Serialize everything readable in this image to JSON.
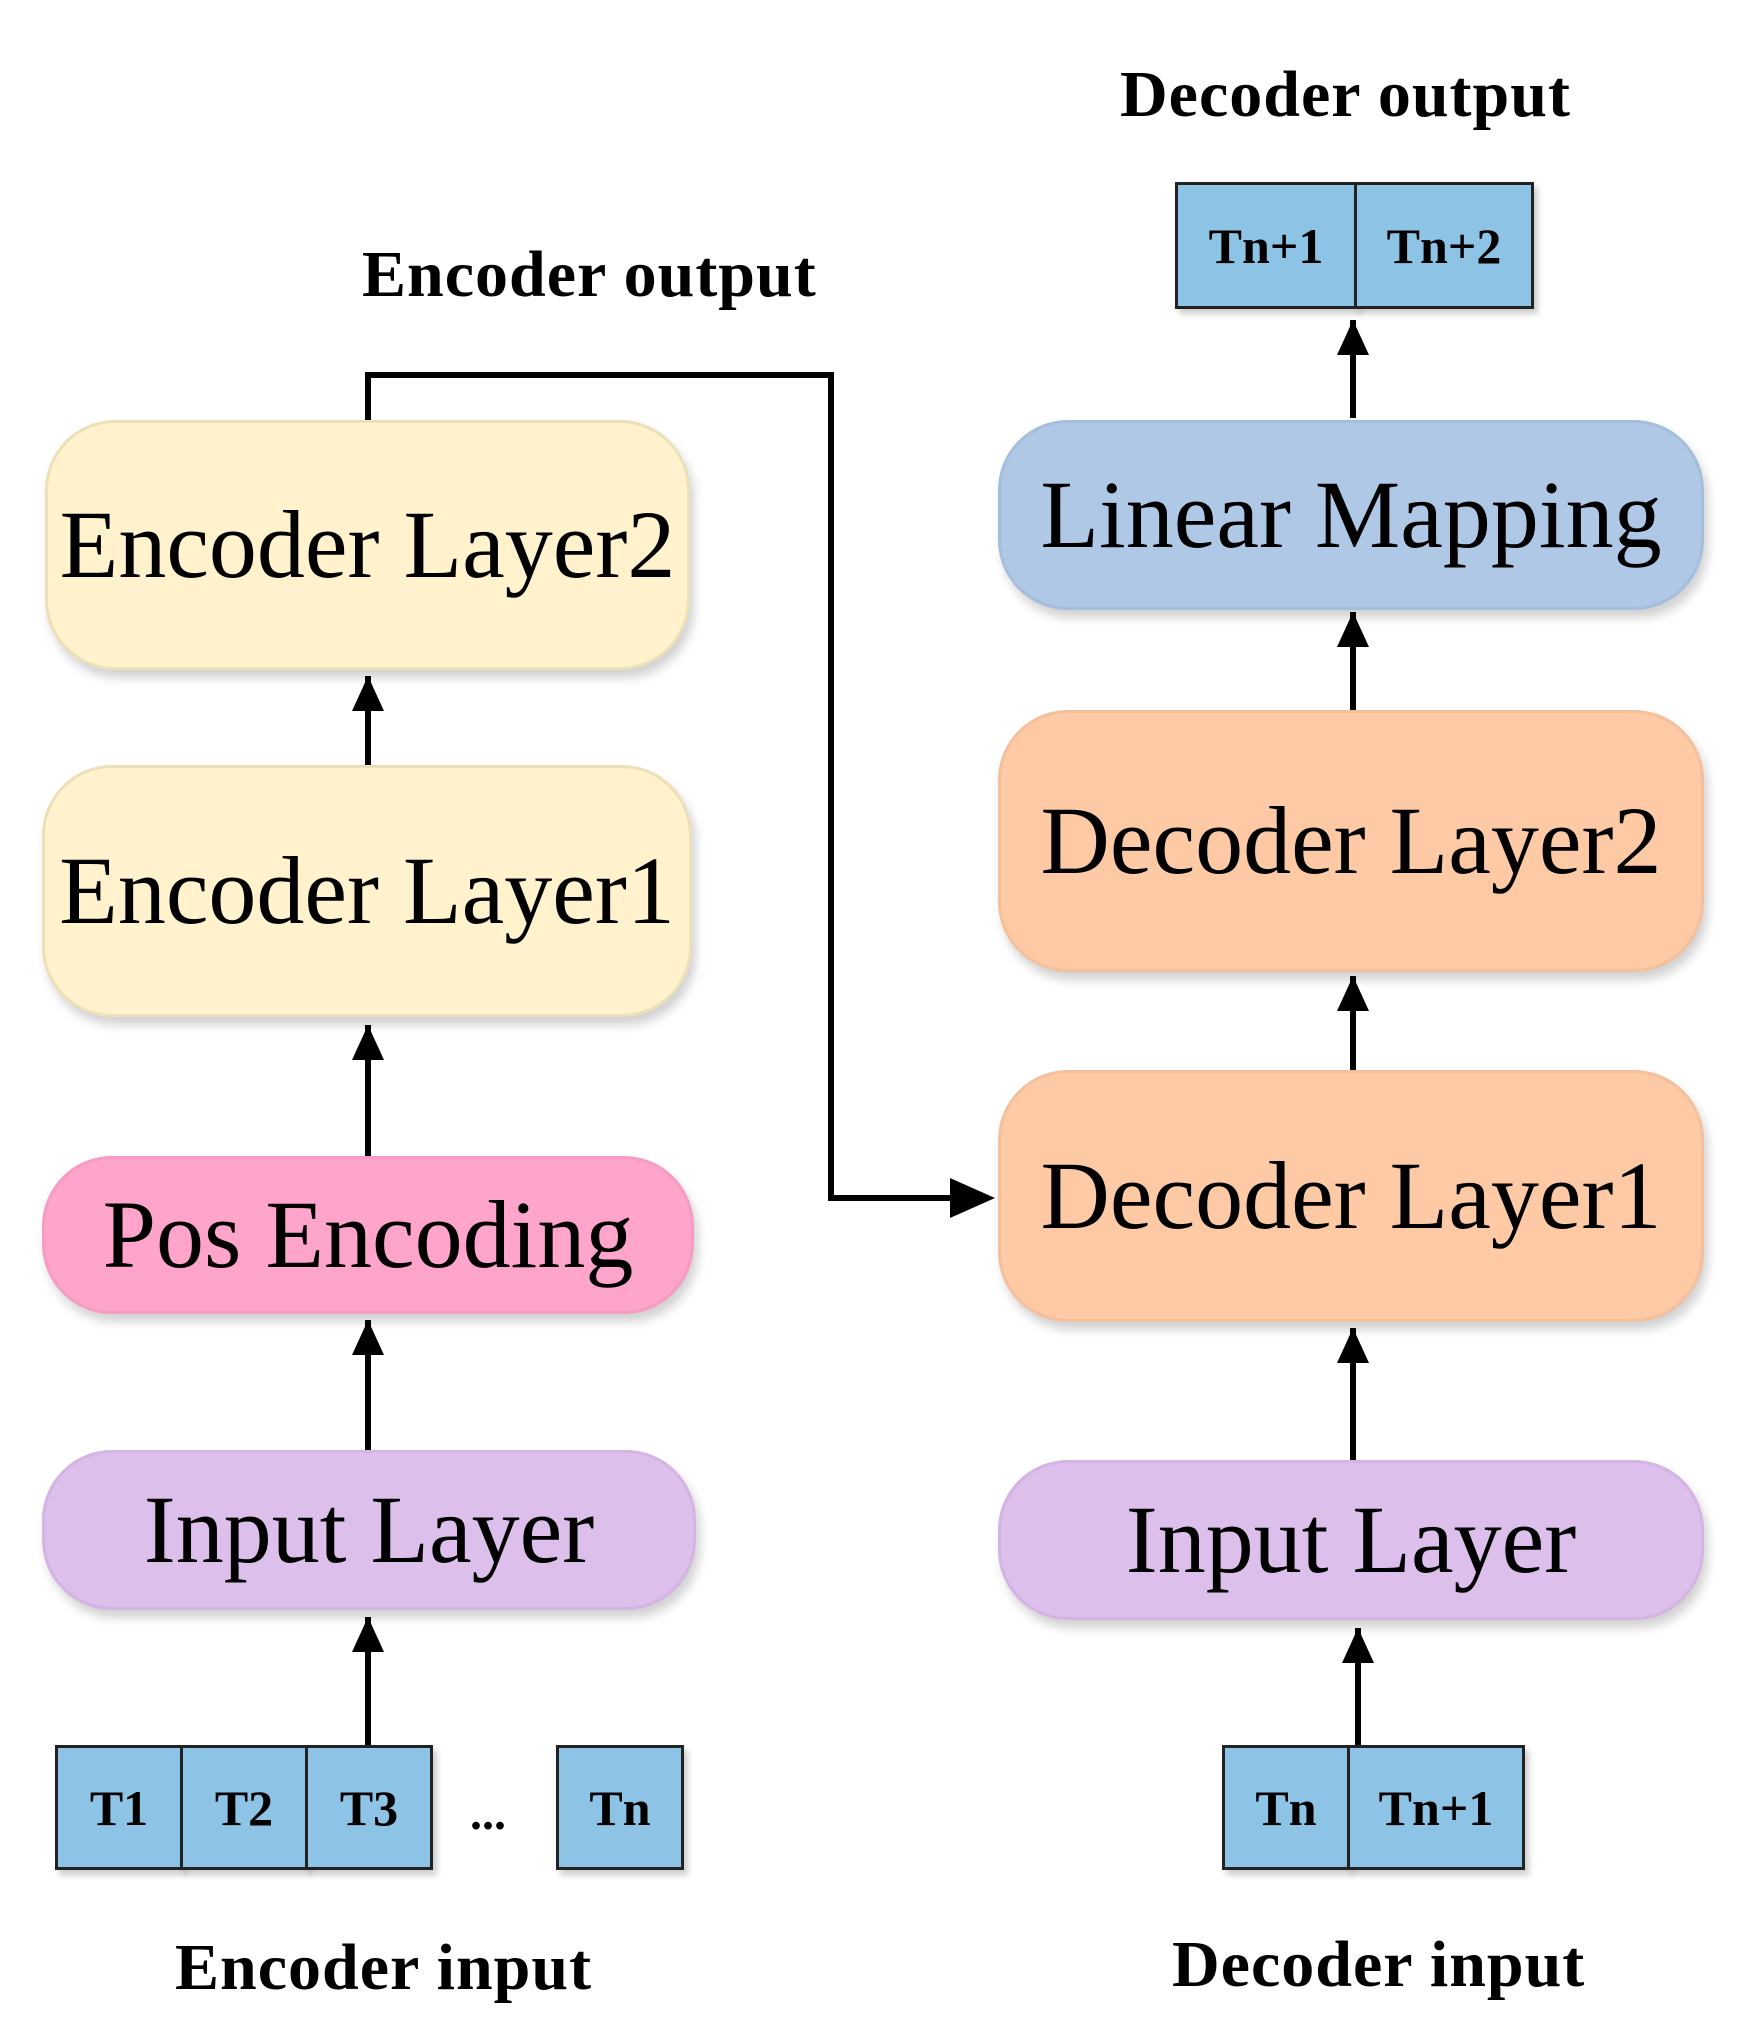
{
  "encoder": {
    "output_label": "Encoder output",
    "input_label": "Encoder input",
    "layer2": "Encoder Layer2",
    "layer1": "Encoder Layer1",
    "pos_encoding": "Pos Encoding",
    "input_layer": "Input Layer",
    "tokens": [
      "T1",
      "T2",
      "T3",
      "Tn"
    ],
    "ellipsis": "..."
  },
  "decoder": {
    "output_label": "Decoder output",
    "input_label": "Decoder input",
    "output_tokens": [
      "Tn+1",
      "Tn+2"
    ],
    "linear_mapping": "Linear Mapping",
    "layer2": "Decoder Layer2",
    "layer1": "Decoder Layer1",
    "input_layer": "Input Layer",
    "input_tokens": [
      "Tn",
      "Tn+1"
    ]
  },
  "colors": {
    "encoder_layer": "#fff2cc",
    "pos_encoding": "#ffa5cc",
    "input_layer": "#dcbfeb",
    "linear_mapping": "#afc8e6",
    "decoder_layer": "#fdcaa5",
    "token": "#8dc4e6"
  }
}
